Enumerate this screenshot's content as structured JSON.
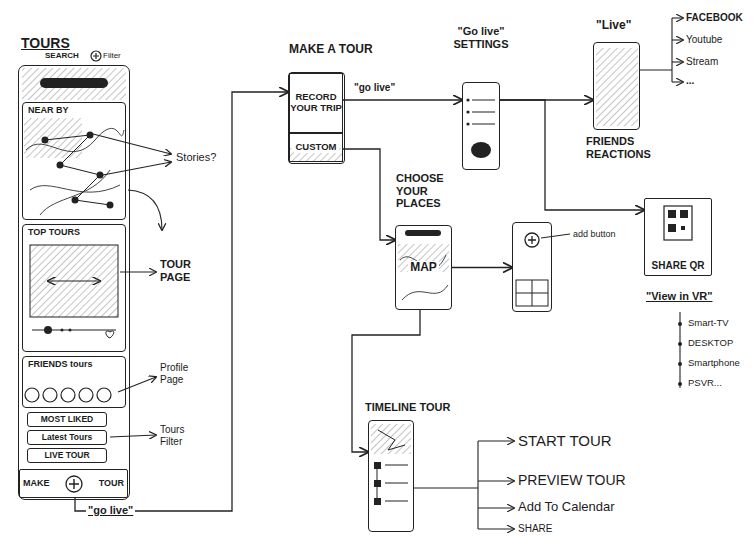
{
  "diagram": {
    "nodes": [
      {
        "text": [
          "TOURS"
        ]
      },
      {
        "text": [
          "NEAR BY"
        ],
        "in": 0
      },
      {
        "text": [
          "TOP TOURS"
        ],
        "in": 0
      },
      {
        "text": [
          "FRIENDS tours"
        ],
        "in": 0
      },
      {
        "text": [
          "MOST LIKED"
        ],
        "in": 0
      },
      {
        "text": [
          "Latest Tours"
        ],
        "in": 0
      },
      {
        "text": [
          "LIVE TOUR"
        ],
        "in": 0
      },
      {
        "text": [
          "MAKE",
          "TOUR"
        ],
        "in": 0
      },
      {
        "text": [
          "MAKE A TOUR"
        ]
      },
      {
        "text": [
          "RECORD YOUR TRIP"
        ],
        "in": 8
      },
      {
        "text": [
          "CUSTOM"
        ],
        "in": 8
      },
      {
        "text": [
          "\"Go live\" SETTINGS"
        ]
      },
      {
        "text": [
          "\"Live\"",
          "FRIENDS REACTIONS"
        ]
      },
      {
        "text": [
          "SHARE QR"
        ]
      },
      {
        "text": [
          "CHOOSE YOUR PLACES",
          "MAP"
        ]
      },
      {
        "text": [
          "add button"
        ]
      },
      {
        "text": [
          "TIMELINE TOUR"
        ]
      }
    ],
    "edges": [
      {
        "from": 7,
        "to": 8,
        "label": "\"go live\"",
        "arrow": "to"
      },
      {
        "from": 9,
        "to": 11,
        "label": "\"go live\"",
        "arrow": "to"
      },
      {
        "from": 11,
        "to": 12,
        "arrow": "to"
      },
      {
        "from": 11,
        "to": 13,
        "arrow": "to"
      },
      {
        "from": 10,
        "to": 14,
        "arrow": "to"
      },
      {
        "from": 14,
        "to": 15,
        "arrow": "to"
      },
      {
        "from": 14,
        "to": 16,
        "arrow": "to"
      }
    ],
    "labels": [
      "SEARCH",
      "Filter",
      "Stories?",
      "TOUR PAGE",
      "Profile Page",
      "Tours Filter",
      "FACEBOOK",
      "Youtube",
      "Stream",
      "...",
      "\"View in VR\"",
      "Smart-TV",
      "DESKTOP",
      "Smartphone",
      "PSVR...",
      "START TOUR",
      "PREVIEW TOUR",
      "Add To Calendar",
      "SHARE"
    ]
  }
}
